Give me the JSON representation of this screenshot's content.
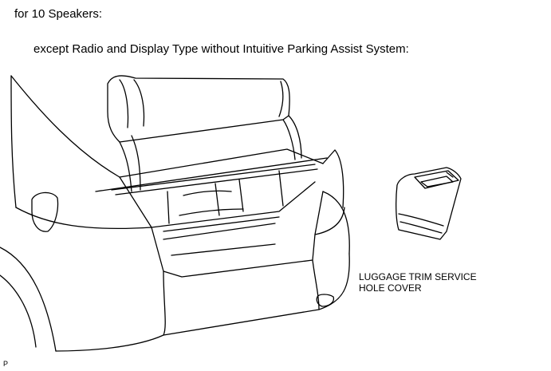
{
  "document": {
    "heading": "for 10 Speakers:",
    "subheading": "except Radio and Display Type without Intuitive Parking Assist System:"
  },
  "illustration": {
    "callout_line1": "LUGGAGE TRIM SERVICE",
    "callout_line2": "HOLE COVER",
    "figure_code": "P"
  }
}
